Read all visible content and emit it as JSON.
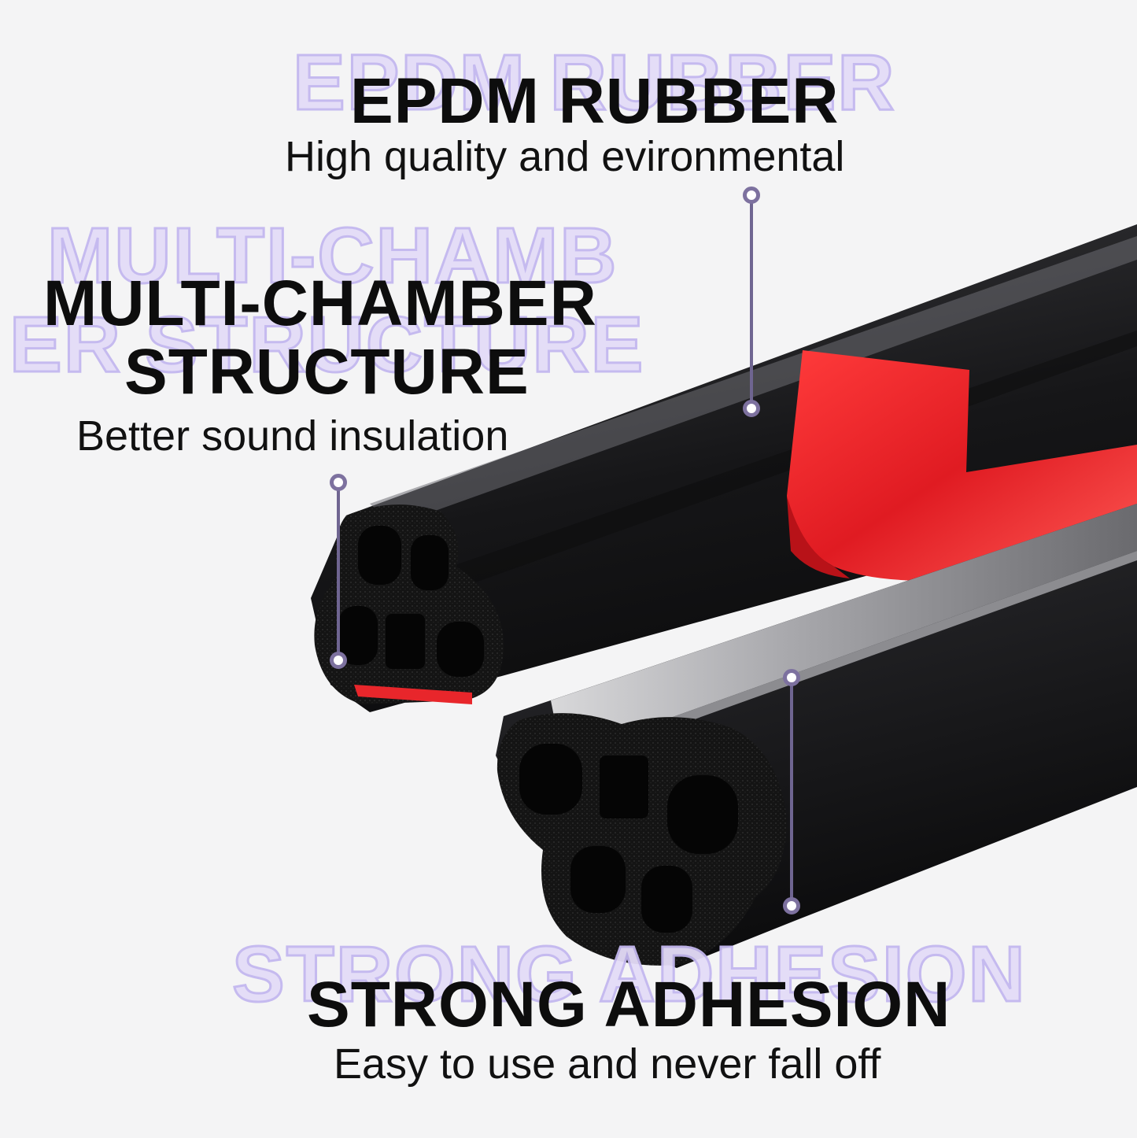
{
  "features": [
    {
      "ghost": "EPDM RUBBER",
      "title": "EPDM RUBBER",
      "subtitle": "High quality and evironmental"
    },
    {
      "ghost_line1": "MULTI-CHAMB",
      "ghost_line2": "ER STRUCTURE",
      "title_line1": "MULTI-CHAMBER",
      "title_line2": "STRUCTURE",
      "subtitle": "Better sound insulation"
    },
    {
      "ghost": "STRONG ADHESION",
      "title": "STRONG ADHESION",
      "subtitle": "Easy to use and never fall off"
    }
  ],
  "colors": {
    "background": "#f4f4f5",
    "rubber": "#1c1c1e",
    "adhesive_tape": "#e8262b",
    "callout": "#7d719f",
    "ghost_text": "#c3b7ef"
  }
}
